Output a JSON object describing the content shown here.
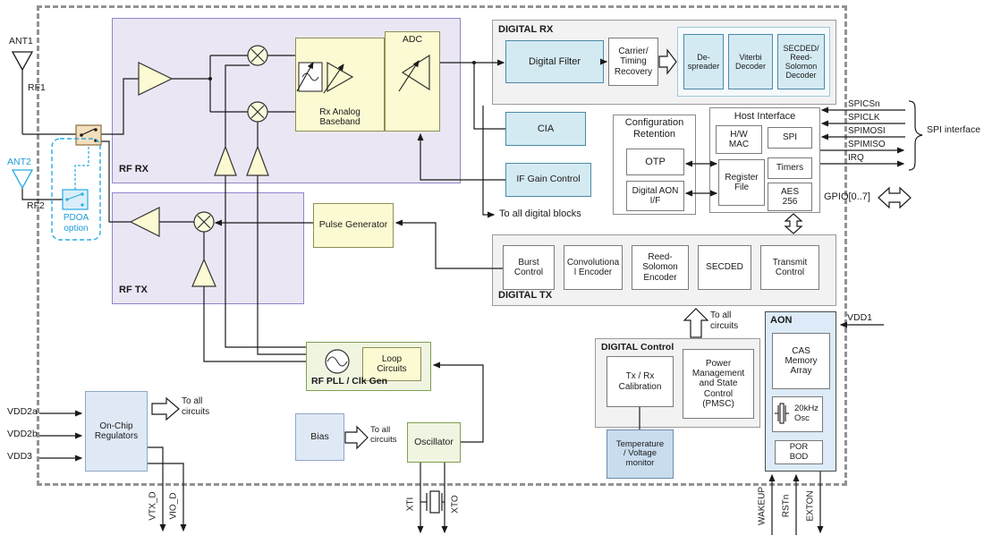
{
  "antenna_section": {
    "ant1": "ANT1",
    "rf1": "RF1",
    "ant2": "ANT2",
    "rf2": "RF2",
    "pdoa_option": "PDOA\noption"
  },
  "rf_rx": {
    "title": "RF RX",
    "baseband": "Rx Analog\nBaseband",
    "adc": "ADC"
  },
  "rf_tx": {
    "title": "RF TX"
  },
  "pulse_generator": "Pulse Generator",
  "rf_pll": {
    "title": "RF PLL / Clk Gen",
    "loop_circuits": "Loop\nCircuits"
  },
  "digital_rx": {
    "title": "DIGITAL RX",
    "digital_filter": "Digital Filter",
    "carrier_timing": "Carrier/\nTiming\nRecovery",
    "despreader": "De-\nspreader",
    "viterbi": "Viterbi\nDecoder",
    "secded_rs": "SECDED/\nReed-\nSolomon\nDecoder"
  },
  "cia": "CIA",
  "if_gain_control": "IF Gain Control",
  "config_retention": {
    "title": "Configuration\nRetention",
    "otp": "OTP",
    "digital_aon_if": "Digital AON\nI/F"
  },
  "host_interface": {
    "title": "Host Interface",
    "hw_mac": "H/W\nMAC",
    "spi": "SPI",
    "register_file": "Register\nFile",
    "timers": "Timers",
    "aes": "AES\n256"
  },
  "spi_pins": {
    "spicsn": "SPICSn",
    "spiclk": "SPICLK",
    "spimosi": "SPIMOSI",
    "spimiso": "SPIMISO",
    "irq": "IRQ",
    "group_label": "SPI interface"
  },
  "gpio_label": "GPIO[0..7]",
  "to_all_digital_blocks": "To all digital blocks",
  "digital_tx": {
    "title": "DIGITAL TX",
    "burst_control": "Burst\nControl",
    "conv_encoder": "Convolutiona\nl Encoder",
    "rs_encoder": "Reed-\nSolomon\nEncoder",
    "secded": "SECDED",
    "transmit_control": "Transmit\nControl"
  },
  "digital_control": {
    "title": "DIGITAL Control",
    "txrx_calibration": "Tx / Rx\nCalibration",
    "pmsc": "Power\nManagement\nand State\nControl\n(PMSC)",
    "to_all_circuits": "To all\ncircuits"
  },
  "temp_voltage_monitor": "Temperature\n/ Voltage\nmonitor",
  "aon": {
    "title": "AON",
    "cas_memory": "CAS\nMemory\nArray",
    "osc_20khz": "20kHz\nOsc",
    "por_bod": "POR\nBOD"
  },
  "power_pins": {
    "vdd1": "VDD1",
    "vdd2a": "VDD2a",
    "vdd2b": "VDD2b",
    "vdd3": "VDD3"
  },
  "regulators": {
    "title": "On-Chip\nRegulators",
    "to_all_circuits": "To all\ncircuits"
  },
  "bias": {
    "title": "Bias",
    "to_all_circuits": "To all\ncircuits"
  },
  "oscillator": {
    "title": "Oscillator",
    "xti": "XTI",
    "xto": "XTO"
  },
  "bottom_pins": {
    "wakeup": "WAKEUP",
    "rstn": "RSTn",
    "exton": "EXTON",
    "vtx_d": "VTX_D",
    "vio_d": "VIO_D"
  },
  "colors": {
    "accent_cyan": "#29abe2",
    "block_yellow": "#fcfad2",
    "block_cyan": "#d4eaf3",
    "block_lavender": "#eae6f4",
    "block_green": "#eff5e1",
    "block_blue": "#dcebf7"
  }
}
